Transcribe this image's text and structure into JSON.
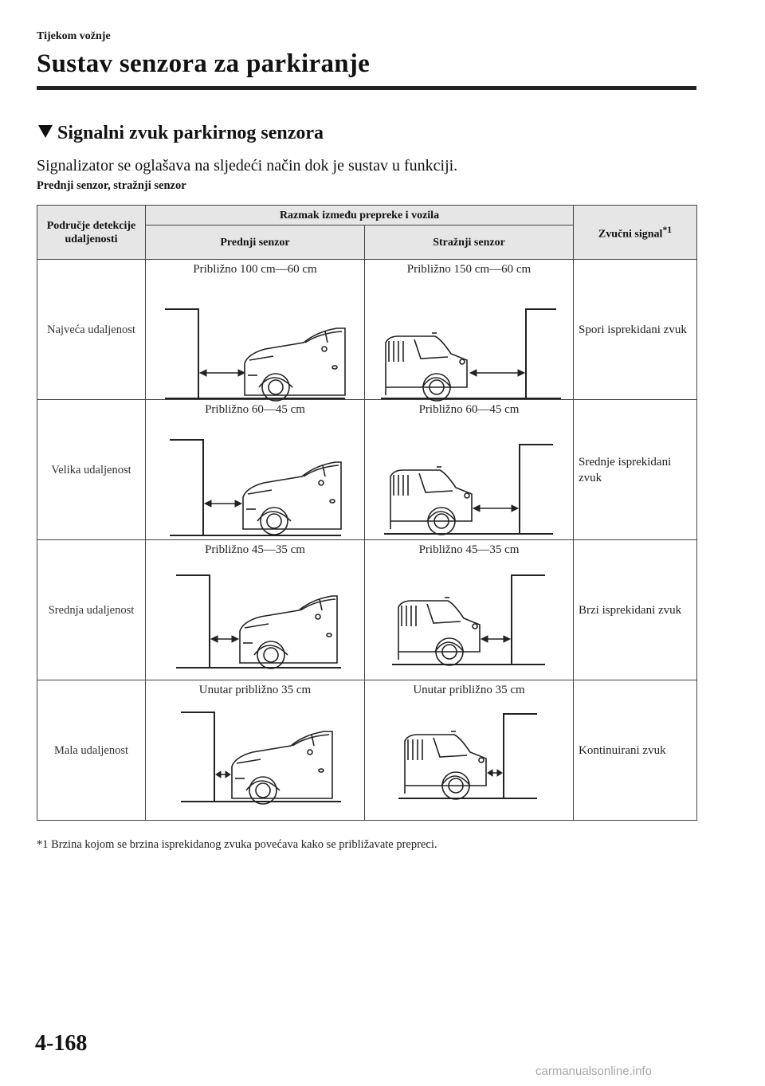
{
  "header": {
    "section": "Tijekom vožnje",
    "title": "Sustav senzora za parkiranje"
  },
  "section_heading": "Signalni zvuk parkirnog senzora",
  "intro": "Signalizator se oglašava na sljedeći način dok je sustav u funkciji.",
  "subheading": "Prednji senzor, stražnji senzor",
  "table": {
    "col_zone": "Područje detekcije udaljenosti",
    "col_distance": "Razmak između prepreke i vozila",
    "col_front": "Prednji senzor",
    "col_rear": "Stražnji senzor",
    "col_signal": "Zvučni signal",
    "col_signal_note": "*1",
    "rows": [
      {
        "zone": "Najveća udaljenost",
        "front": "Približno 100 cm—60 cm",
        "rear": "Približno 150 cm—60 cm",
        "signal": "Spori isprekidani zvuk"
      },
      {
        "zone": "Velika udaljenost",
        "front": "Približno 60—45 cm",
        "rear": "Približno 60—45 cm",
        "signal": "Srednje isprekidani zvuk"
      },
      {
        "zone": "Srednja udaljenost",
        "front": "Približno 45—35 cm",
        "rear": "Približno 45—35 cm",
        "signal": "Brzi isprekidani zvuk"
      },
      {
        "zone": "Mala udaljenost",
        "front": "Unutar približno 35 cm",
        "rear": "Unutar približno 35 cm",
        "signal": "Kontinuirani zvuk"
      }
    ]
  },
  "footnote": "*1 Brzina kojom se brzina isprekidanog zvuka povećava kako se približavate prepreci.",
  "page_number": "4-168",
  "watermark": "carmanualsonline.info"
}
